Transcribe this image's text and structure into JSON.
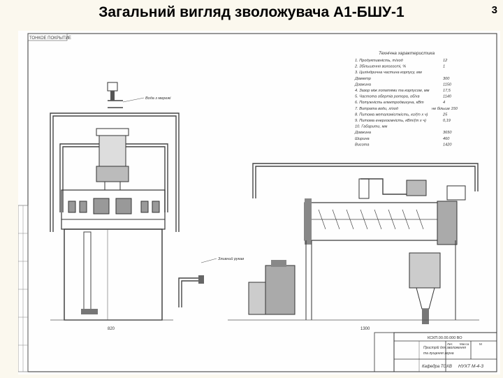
{
  "slide": {
    "title": "Загальний вигляд зволожувача А1-БШУ-1",
    "number": "3"
  },
  "drawing": {
    "corner_stamp": "ТОНКОЕ ПОКРЫТИЕ",
    "specs_heading": "Технічна характеристика",
    "specs": [
      {
        "label": "1. Продуктивність, т/год",
        "value": "12"
      },
      {
        "label": "2. Збільшення вологості, %",
        "value": "1"
      },
      {
        "label": "3. Циліндрична частина корпусу, мм",
        "value": ""
      },
      {
        "label": "Діаметр",
        "value": "300"
      },
      {
        "label": "Довжина",
        "value": "1150"
      },
      {
        "label": "4. Зазор між лопатями та корпусом, мм",
        "value": "17,5"
      },
      {
        "label": "5. Частота обертів ротора, об/хв",
        "value": "1140"
      },
      {
        "label": "6. Потужність електродвигуна, кВт",
        "value": "4"
      },
      {
        "label": "7. Витрата води, л/год",
        "value": "не більше 150"
      },
      {
        "label": "8. Питома металомісткість, кг/(т x ч)",
        "value": "25"
      },
      {
        "label": "9. Питома енергоємність, кВт/(т x ч)",
        "value": "0,19"
      },
      {
        "label": "10. Габарити, мм",
        "value": ""
      },
      {
        "label": "Довжина",
        "value": "3650"
      },
      {
        "label": "Ширина",
        "value": "460"
      },
      {
        "label": "Висота",
        "value": "1420"
      }
    ],
    "label_water": "Вода з мережі",
    "label_drain": "Зливний рукав",
    "dim_left": "820",
    "dim_right": "1300",
    "title_block": {
      "code": "КСКП.00.00.000 ВО",
      "name_line1": "Пристрій для зволоження",
      "name_line2": "та лущення зерна",
      "dept": "Кафедра ТОХВ",
      "group": "НУХТ М-4-3",
      "sheet_mark": "Лит.",
      "mass_mark": "Масса",
      "scale_mark": "М"
    }
  }
}
